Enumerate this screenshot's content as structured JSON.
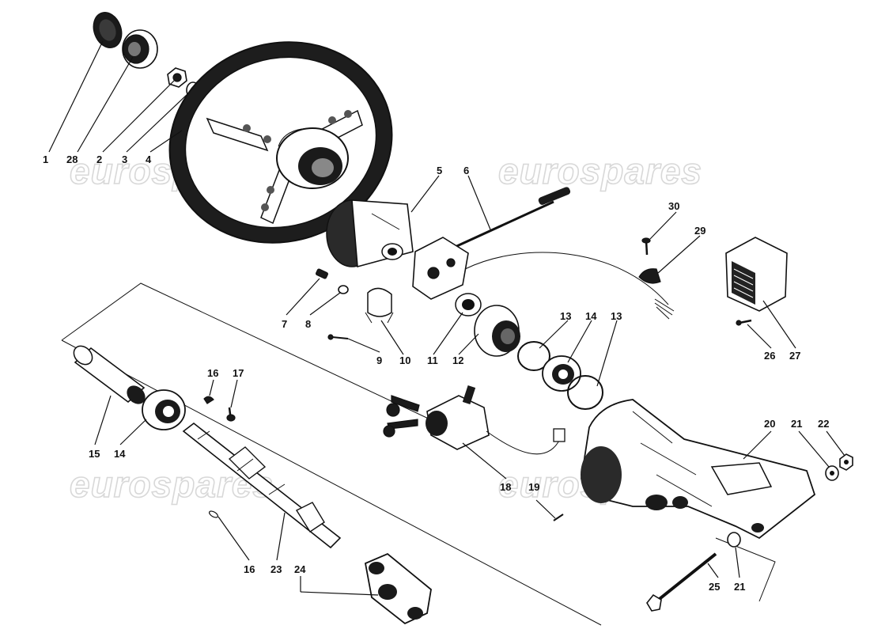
{
  "watermarks": [
    "eurospares",
    "eurospares",
    "eurospares",
    "eurospares"
  ],
  "callouts": [
    {
      "id": "c1",
      "text": "1"
    },
    {
      "id": "c28",
      "text": "28"
    },
    {
      "id": "c2",
      "text": "2"
    },
    {
      "id": "c3",
      "text": "3"
    },
    {
      "id": "c4",
      "text": "4"
    },
    {
      "id": "c5",
      "text": "5"
    },
    {
      "id": "c6",
      "text": "6"
    },
    {
      "id": "c30",
      "text": "30"
    },
    {
      "id": "c29",
      "text": "29"
    },
    {
      "id": "c7",
      "text": "7"
    },
    {
      "id": "c8",
      "text": "8"
    },
    {
      "id": "c9",
      "text": "9"
    },
    {
      "id": "c10",
      "text": "10"
    },
    {
      "id": "c11",
      "text": "11"
    },
    {
      "id": "c12",
      "text": "12"
    },
    {
      "id": "c13a",
      "text": "13"
    },
    {
      "id": "c14a",
      "text": "14"
    },
    {
      "id": "c13b",
      "text": "13"
    },
    {
      "id": "c26",
      "text": "26"
    },
    {
      "id": "c27",
      "text": "27"
    },
    {
      "id": "c16a",
      "text": "16"
    },
    {
      "id": "c17",
      "text": "17"
    },
    {
      "id": "c15",
      "text": "15"
    },
    {
      "id": "c14b",
      "text": "14"
    },
    {
      "id": "c18",
      "text": "18"
    },
    {
      "id": "c19",
      "text": "19"
    },
    {
      "id": "c20",
      "text": "20"
    },
    {
      "id": "c21a",
      "text": "21"
    },
    {
      "id": "c22",
      "text": "22"
    },
    {
      "id": "c16b",
      "text": "16"
    },
    {
      "id": "c23",
      "text": "23"
    },
    {
      "id": "c24",
      "text": "24"
    },
    {
      "id": "c25",
      "text": "25"
    },
    {
      "id": "c21b",
      "text": "21"
    }
  ]
}
